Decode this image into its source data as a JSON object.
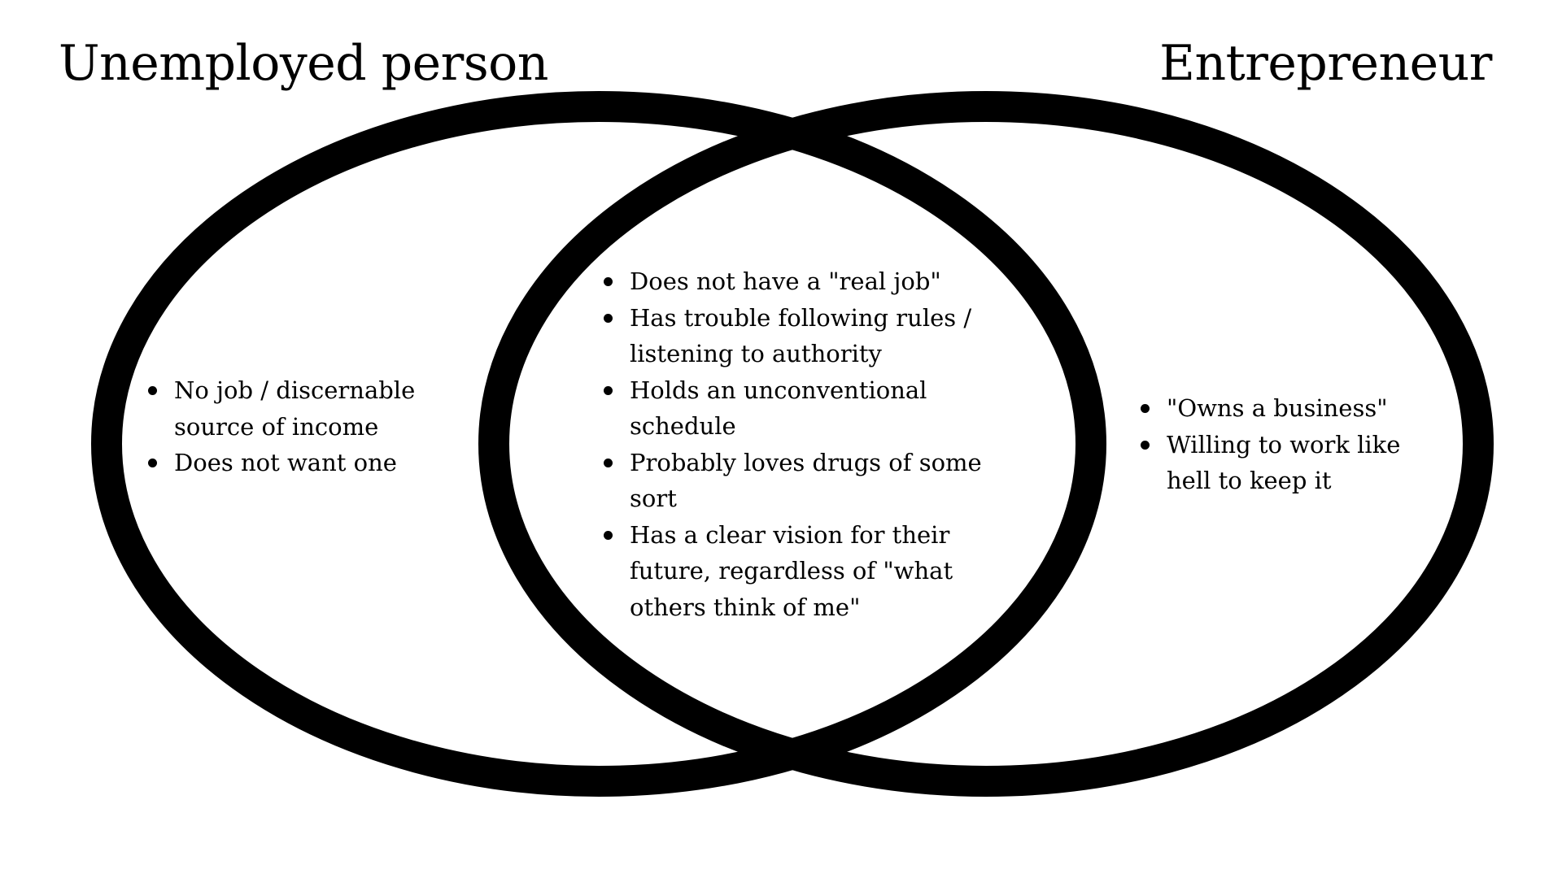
{
  "colors": {
    "background": "#ffffff",
    "outline": "#000000",
    "text": "#000000"
  },
  "titles": {
    "left": "Unemployed person",
    "right": "Entrepreneur"
  },
  "regions": {
    "left_only": {
      "items": [
        "No job / discernable source of income",
        "Does not want one"
      ]
    },
    "overlap": {
      "items": [
        "Does not have a \"real job\"",
        "Has trouble following rules / listening to authority",
        "Holds an unconventional schedule",
        "Probably loves drugs of some sort",
        "Has a clear vision for their future, regardless of \"what others think of me\""
      ]
    },
    "right_only": {
      "items": [
        "\"Owns a business\"",
        "Willing to work like hell to keep it"
      ]
    }
  }
}
